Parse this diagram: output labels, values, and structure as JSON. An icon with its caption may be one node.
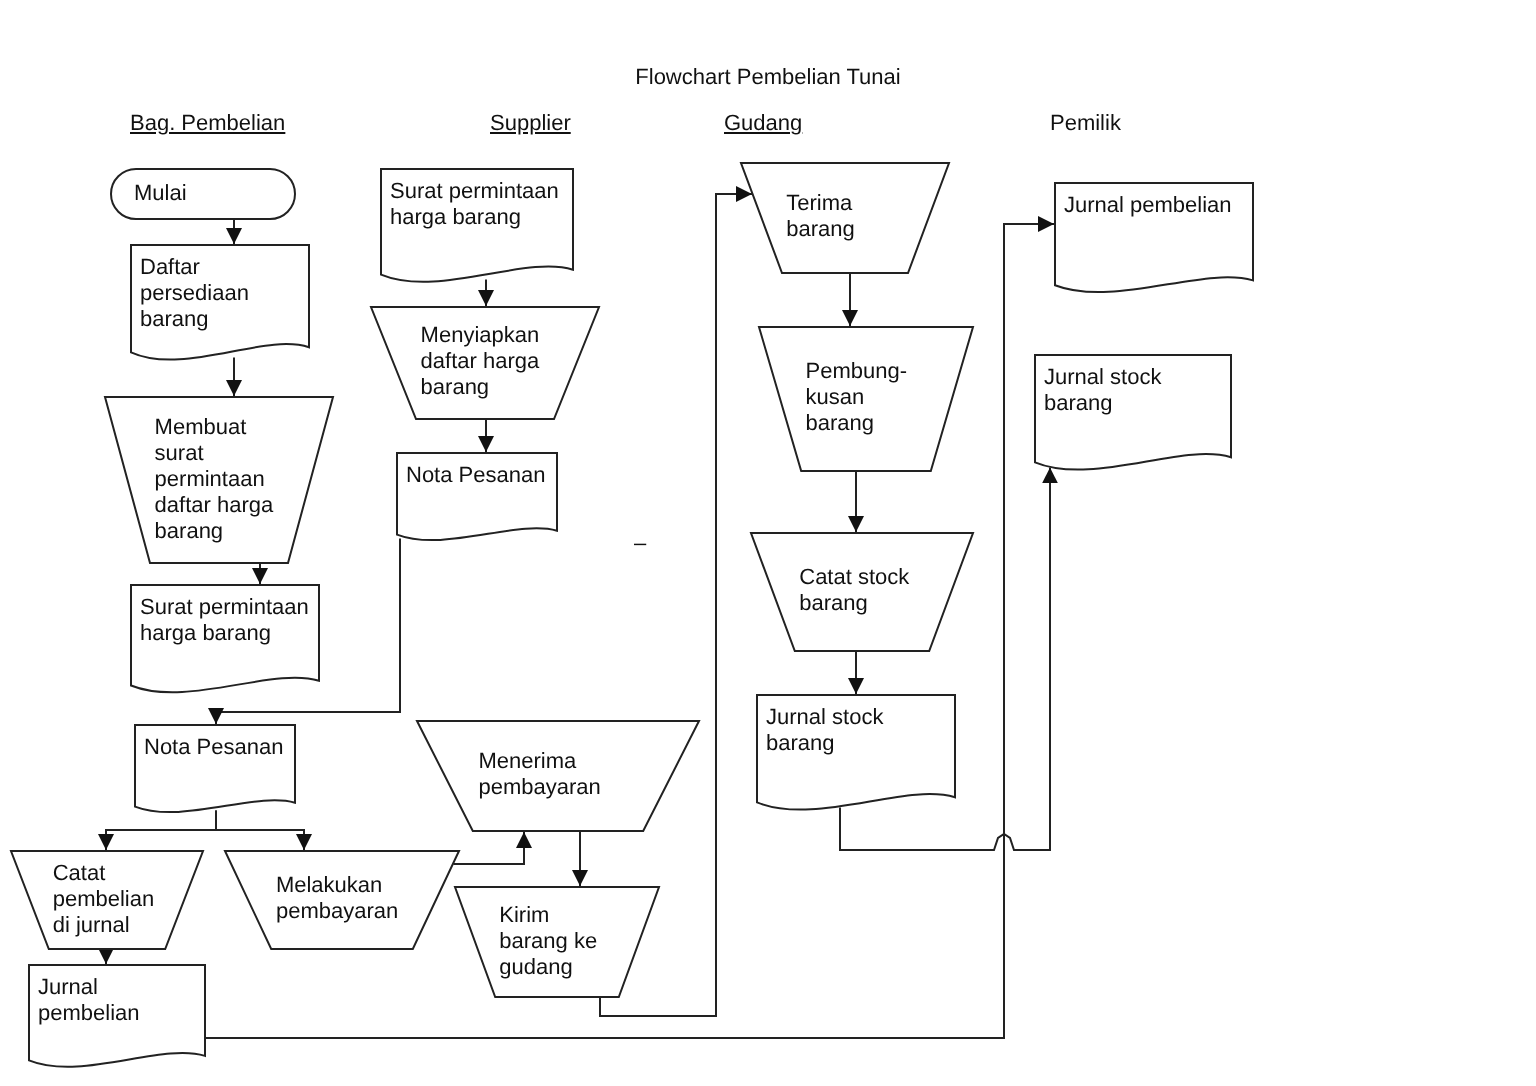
{
  "diagram": {
    "title": "Flowchart Pembelian Tunai",
    "nodes": [
      {
        "text": [
          "Mulai"
        ]
      },
      {
        "text": [
          "Daftar persediaan barang"
        ]
      },
      {
        "text": [
          "Membuat surat permintaan daftar harga barang"
        ]
      },
      {
        "text": [
          "Surat permintaan harga barang"
        ]
      },
      {
        "text": [
          "Nota Pesanan"
        ]
      },
      {
        "text": [
          "Catat pembelian di jurnal"
        ]
      },
      {
        "text": [
          "Melakukan pembayaran"
        ]
      },
      {
        "text": [
          "Jurnal pembelian"
        ]
      },
      {
        "text": [
          "Surat permintaan harga barang"
        ]
      },
      {
        "text": [
          "Menyiapkan daftar harga barang"
        ]
      },
      {
        "text": [
          "Nota Pesanan"
        ]
      },
      {
        "text": [
          "Menerima pembayaran"
        ]
      },
      {
        "text": [
          "Kirim barang ke gudang"
        ]
      },
      {
        "text": [
          "Terima barang"
        ]
      },
      {
        "text": [
          "Pembung-kusan barang"
        ]
      },
      {
        "text": [
          "Catat stock barang"
        ]
      },
      {
        "text": [
          "Jurnal stock barang"
        ]
      },
      {
        "text": [
          "Jurnal pembelian"
        ]
      },
      {
        "text": [
          "Jurnal stock barang"
        ]
      }
    ],
    "edges": [
      {
        "from": 0,
        "to": 1,
        "arrow": "to"
      },
      {
        "from": 1,
        "to": 2,
        "arrow": "to"
      },
      {
        "from": 2,
        "to": 3,
        "arrow": "to"
      },
      {
        "from": 8,
        "to": 9,
        "arrow": "to"
      },
      {
        "from": 9,
        "to": 10,
        "arrow": "to"
      },
      {
        "from": 10,
        "to": 4,
        "arrow": "to"
      },
      {
        "from": 4,
        "to": 5,
        "arrow": "to"
      },
      {
        "from": 4,
        "to": 6,
        "arrow": "to"
      },
      {
        "from": 5,
        "to": 7,
        "arrow": "to"
      },
      {
        "from": 6,
        "to": 11,
        "arrow": "to"
      },
      {
        "from": 11,
        "to": 12,
        "arrow": "to"
      },
      {
        "from": 12,
        "to": 13,
        "arrow": "to"
      },
      {
        "from": 13,
        "to": 14,
        "arrow": "to"
      },
      {
        "from": 14,
        "to": 15,
        "arrow": "to"
      },
      {
        "from": 15,
        "to": 16,
        "arrow": "to"
      },
      {
        "from": 16,
        "to": 18,
        "arrow": "to"
      },
      {
        "from": 7,
        "to": 17,
        "arrow": "to"
      }
    ],
    "labels": [
      "Bag. Pembelian",
      "Supplier",
      "Gudang",
      "Pemilik",
      "–"
    ]
  }
}
